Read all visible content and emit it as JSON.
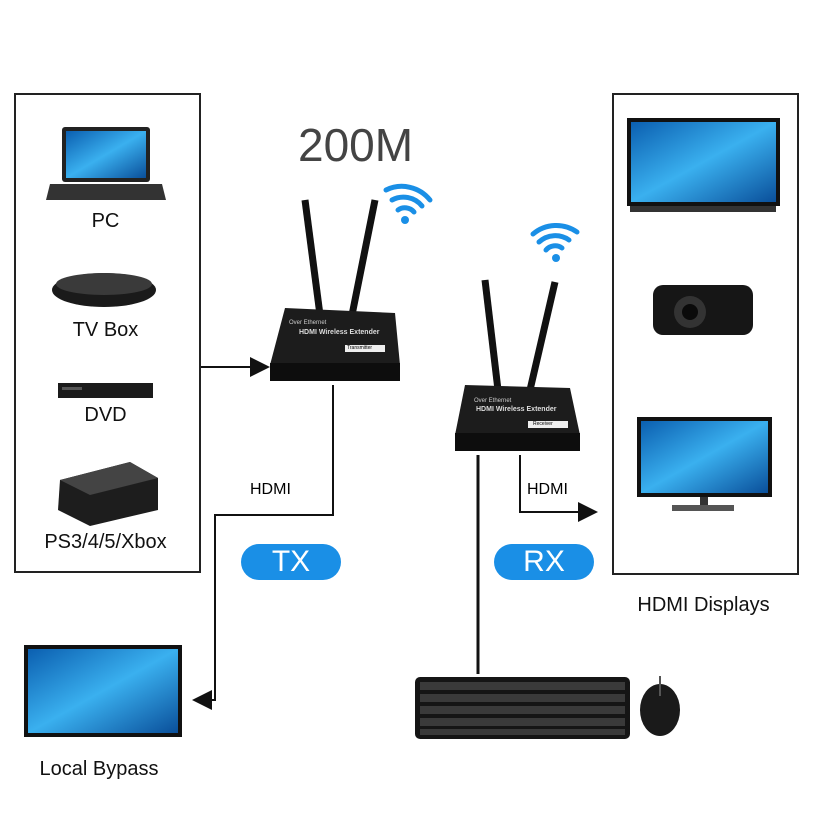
{
  "title": "200M",
  "sources": [
    {
      "label": "PC",
      "icon": "laptop-icon"
    },
    {
      "label": "TV Box",
      "icon": "tv-box-icon"
    },
    {
      "label": "DVD",
      "icon": "dvd-player-icon"
    },
    {
      "label": "PS3/4/5/Xbox",
      "icon": "game-console-icon"
    }
  ],
  "transmitter": {
    "line1": "Over Ethernet",
    "line2": "HDMI Wireless Extender",
    "badge": "Transmitter",
    "pill": "TX"
  },
  "receiver": {
    "line1": "Over Ethernet",
    "line2": "HDMI Wireless Extender",
    "badge": "Receiver",
    "pill": "RX"
  },
  "hdmi_tx_label": "HDMI",
  "hdmi_rx_label": "HDMI",
  "displays_label": "HDMI Displays",
  "bypass_label": "Local Bypass",
  "colors": {
    "accent": "#1a8fe6",
    "line": "#111111"
  }
}
